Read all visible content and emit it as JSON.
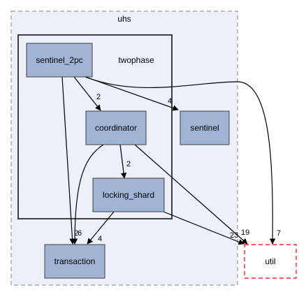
{
  "graph": {
    "clusters": {
      "outer": {
        "label": "uhs"
      },
      "inner": {
        "label": "twophase"
      }
    },
    "nodes": {
      "sentinel_2pc": {
        "label": "sentinel_2pc"
      },
      "coordinator": {
        "label": "coordinator"
      },
      "sentinel": {
        "label": "sentinel"
      },
      "locking_shard": {
        "label": "locking_shard"
      },
      "transaction": {
        "label": "transaction"
      },
      "util": {
        "label": "util"
      }
    },
    "edges": {
      "sentinel_2pc_to_coordinator": {
        "from": "sentinel_2pc",
        "to": "coordinator",
        "label": "2"
      },
      "sentinel_2pc_to_sentinel": {
        "from": "sentinel_2pc",
        "to": "sentinel",
        "label": "4"
      },
      "sentinel_2pc_to_util": {
        "from": "sentinel_2pc",
        "to": "util",
        "label": "7"
      },
      "sentinel_2pc_to_transaction": {
        "from": "sentinel_2pc",
        "to": "transaction",
        "label": "2"
      },
      "coordinator_to_locking_shard": {
        "from": "coordinator",
        "to": "locking_shard",
        "label": "2"
      },
      "coordinator_to_transaction": {
        "from": "coordinator",
        "to": "transaction",
        "label": "6"
      },
      "coordinator_to_util": {
        "from": "coordinator",
        "to": "util",
        "label": "19"
      },
      "locking_shard_to_transaction": {
        "from": "locking_shard",
        "to": "transaction",
        "label": "4"
      },
      "locking_shard_to_util": {
        "from": "locking_shard",
        "to": "util",
        "label": "23"
      }
    }
  },
  "colors": {
    "cluster_fill": "#edf0f8",
    "cluster_outer_border": "#999999",
    "cluster_inner_border": "#404040",
    "node_fill": "#a2b4d6",
    "node_border": "#404040",
    "external_node_border": "#ff0000",
    "edge": "#000000",
    "text": "#000000"
  }
}
